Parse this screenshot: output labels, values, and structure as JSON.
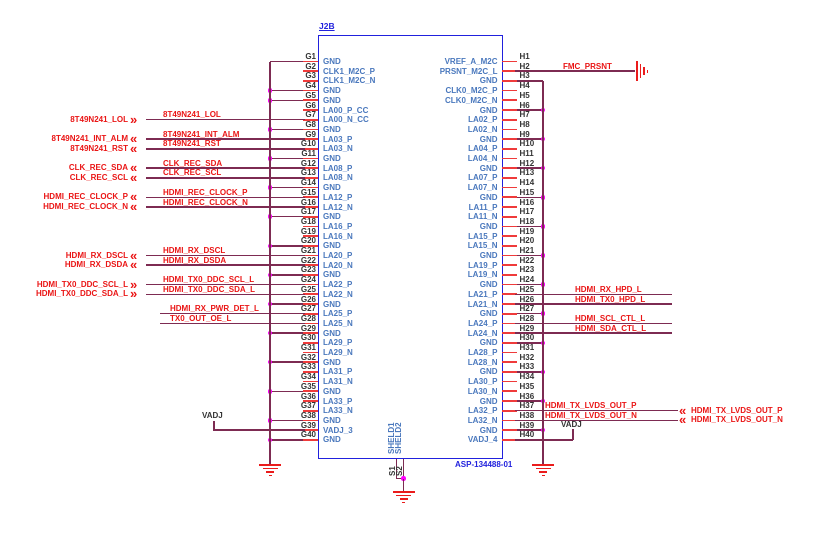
{
  "title": {
    "refdes": "J2B",
    "part_number": "ASP-134488-01"
  },
  "connector": {
    "left_pins": [
      {
        "num": "G1",
        "name": "GND"
      },
      {
        "num": "G2",
        "name": "CLK1_M2C_P"
      },
      {
        "num": "G3",
        "name": "CLK1_M2C_N"
      },
      {
        "num": "G4",
        "name": "GND"
      },
      {
        "num": "G5",
        "name": "GND"
      },
      {
        "num": "G6",
        "name": "LA00_P_CC"
      },
      {
        "num": "G7",
        "name": "LA00_N_CC"
      },
      {
        "num": "G8",
        "name": "GND"
      },
      {
        "num": "G9",
        "name": "LA03_P"
      },
      {
        "num": "G10",
        "name": "LA03_N"
      },
      {
        "num": "G11",
        "name": "GND"
      },
      {
        "num": "G12",
        "name": "LA08_P"
      },
      {
        "num": "G13",
        "name": "LA08_N"
      },
      {
        "num": "G14",
        "name": "GND"
      },
      {
        "num": "G15",
        "name": "LA12_P"
      },
      {
        "num": "G16",
        "name": "LA12_N"
      },
      {
        "num": "G17",
        "name": "GND"
      },
      {
        "num": "G18",
        "name": "LA16_P"
      },
      {
        "num": "G19",
        "name": "LA16_N"
      },
      {
        "num": "G20",
        "name": "GND"
      },
      {
        "num": "G21",
        "name": "LA20_P"
      },
      {
        "num": "G22",
        "name": "LA20_N"
      },
      {
        "num": "G23",
        "name": "GND"
      },
      {
        "num": "G24",
        "name": "LA22_P"
      },
      {
        "num": "G25",
        "name": "LA22_N"
      },
      {
        "num": "G26",
        "name": "GND"
      },
      {
        "num": "G27",
        "name": "LA25_P"
      },
      {
        "num": "G28",
        "name": "LA25_N"
      },
      {
        "num": "G29",
        "name": "GND"
      },
      {
        "num": "G30",
        "name": "LA29_P"
      },
      {
        "num": "G31",
        "name": "LA29_N"
      },
      {
        "num": "G32",
        "name": "GND"
      },
      {
        "num": "G33",
        "name": "LA31_P"
      },
      {
        "num": "G34",
        "name": "LA31_N"
      },
      {
        "num": "G35",
        "name": "GND"
      },
      {
        "num": "G36",
        "name": "LA33_P"
      },
      {
        "num": "G37",
        "name": "LA33_N"
      },
      {
        "num": "G38",
        "name": "GND"
      },
      {
        "num": "G39",
        "name": "VADJ_3"
      },
      {
        "num": "G40",
        "name": "GND"
      }
    ],
    "right_pins": [
      {
        "num": "H1",
        "name": "VREF_A_M2C"
      },
      {
        "num": "H2",
        "name": "PRSNT_M2C_L"
      },
      {
        "num": "H3",
        "name": "GND"
      },
      {
        "num": "H4",
        "name": "CLK0_M2C_P"
      },
      {
        "num": "H5",
        "name": "CLK0_M2C_N"
      },
      {
        "num": "H6",
        "name": "GND"
      },
      {
        "num": "H7",
        "name": "LA02_P"
      },
      {
        "num": "H8",
        "name": "LA02_N"
      },
      {
        "num": "H9",
        "name": "GND"
      },
      {
        "num": "H10",
        "name": "LA04_P"
      },
      {
        "num": "H11",
        "name": "LA04_N"
      },
      {
        "num": "H12",
        "name": "GND"
      },
      {
        "num": "H13",
        "name": "LA07_P"
      },
      {
        "num": "H14",
        "name": "LA07_N"
      },
      {
        "num": "H15",
        "name": "GND"
      },
      {
        "num": "H16",
        "name": "LA11_P"
      },
      {
        "num": "H17",
        "name": "LA11_N"
      },
      {
        "num": "H18",
        "name": "GND"
      },
      {
        "num": "H19",
        "name": "LA15_P"
      },
      {
        "num": "H20",
        "name": "LA15_N"
      },
      {
        "num": "H21",
        "name": "GND"
      },
      {
        "num": "H22",
        "name": "LA19_P"
      },
      {
        "num": "H23",
        "name": "LA19_N"
      },
      {
        "num": "H24",
        "name": "GND"
      },
      {
        "num": "H25",
        "name": "LA21_P"
      },
      {
        "num": "H26",
        "name": "LA21_N"
      },
      {
        "num": "H27",
        "name": "GND"
      },
      {
        "num": "H28",
        "name": "LA24_P"
      },
      {
        "num": "H29",
        "name": "LA24_N"
      },
      {
        "num": "H30",
        "name": "GND"
      },
      {
        "num": "H31",
        "name": "LA28_P"
      },
      {
        "num": "H32",
        "name": "LA28_N"
      },
      {
        "num": "H33",
        "name": "GND"
      },
      {
        "num": "H34",
        "name": "LA30_P"
      },
      {
        "num": "H35",
        "name": "LA30_N"
      },
      {
        "num": "H36",
        "name": "GND"
      },
      {
        "num": "H37",
        "name": "LA32_P"
      },
      {
        "num": "H38",
        "name": "LA32_N"
      },
      {
        "num": "H39",
        "name": "GND"
      },
      {
        "num": "H40",
        "name": "VADJ_4"
      }
    ],
    "shield_pins": [
      {
        "num": "S1",
        "name": "SHELD1"
      },
      {
        "num": "S2",
        "name": "SHELD2"
      }
    ]
  },
  "nets": {
    "left": [
      {
        "pin": "G7",
        "label": "8T49N241_LOL",
        "flag": "out"
      },
      {
        "pin": "G9",
        "label": "8T49N241_INT_ALM",
        "flag": "in"
      },
      {
        "pin": "G10",
        "label": "8T49N241_RST",
        "flag": "in"
      },
      {
        "pin": "G12",
        "label": "CLK_REC_SDA",
        "flag": "in"
      },
      {
        "pin": "G13",
        "label": "CLK_REC_SCL",
        "flag": "in"
      },
      {
        "pin": "G15",
        "label": "HDMI_REC_CLOCK_P",
        "flag": "in"
      },
      {
        "pin": "G16",
        "label": "HDMI_REC_CLOCK_N",
        "flag": "in"
      },
      {
        "pin": "G21",
        "label": "HDMI_RX_DSCL",
        "flag": "in"
      },
      {
        "pin": "G22",
        "label": "HDMI_RX_DSDA",
        "flag": "in"
      },
      {
        "pin": "G24",
        "label": "HDMI_TX0_DDC_SCL_L",
        "flag": "out"
      },
      {
        "pin": "G25",
        "label": "HDMI_TX0_DDC_SDA_L",
        "flag": "out"
      },
      {
        "pin": "G27",
        "label": "HDMI_RX_PWR_DET_L",
        "flag": "none"
      },
      {
        "pin": "G28",
        "label": "TX0_OUT_OE_L",
        "flag": "none"
      },
      {
        "pin": "G39",
        "label": "VADJ",
        "flag": "power"
      }
    ],
    "right": [
      {
        "pin": "H2",
        "label": "FMC_PRSNT",
        "flag": "gnd"
      },
      {
        "pin": "H25",
        "label": "HDMI_RX_HPD_L",
        "flag": "none"
      },
      {
        "pin": "H26",
        "label": "HDMI_TX0_HPD_L",
        "flag": "none"
      },
      {
        "pin": "H28",
        "label": "HDMI_SCL_CTL_L",
        "flag": "none"
      },
      {
        "pin": "H29",
        "label": "HDMI_SDA_CTL_L",
        "flag": "none"
      },
      {
        "pin": "H37",
        "label": "HDMI_TX_LVDS_OUT_P",
        "flag": "offpage"
      },
      {
        "pin": "H38",
        "label": "HDMI_TX_LVDS_OUT_N",
        "flag": "offpage"
      },
      {
        "pin": "H40",
        "label": "VADJ",
        "flag": "power"
      }
    ]
  },
  "colors": {
    "symbol_outline": "#2121dd",
    "pin_name_text": "#4a78bd",
    "pin_number_text": "#333333",
    "net_text": "#ea1515",
    "wire": "#7d2b52",
    "pin_stub": "#ef3b3b",
    "junction": "#ff00ff",
    "ground": "#ea1c1c"
  }
}
